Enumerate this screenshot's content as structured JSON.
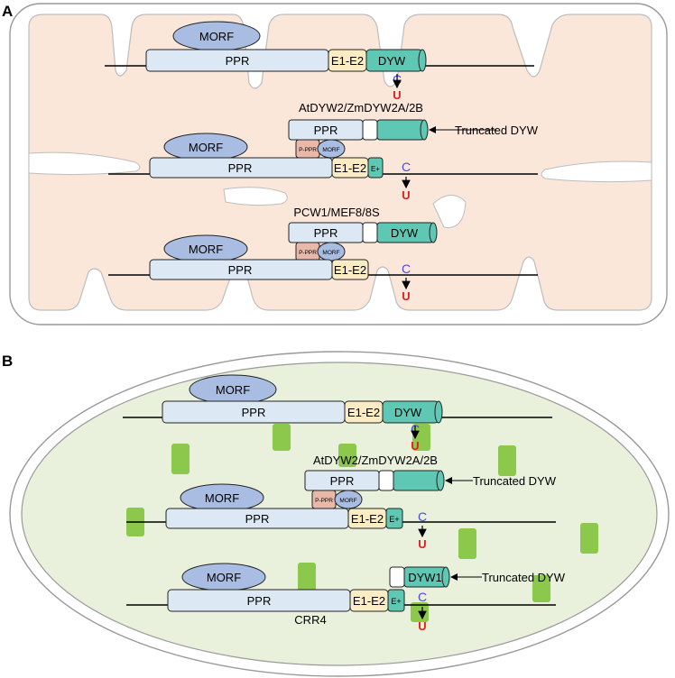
{
  "panel_a": {
    "letter": "A",
    "row1": {
      "morf": "MORF",
      "ppr": "PPR",
      "e1e2": "E1-E2",
      "dyw": "DYW",
      "c": "C",
      "u": "U"
    },
    "row2": {
      "header": "AtDYW2/ZmDYW2A/2B",
      "top_ppr": "PPR",
      "truncated": "Truncated DYW",
      "pppr": "P-PPR",
      "morf_small": "MORF",
      "morf": "MORF",
      "ppr": "PPR",
      "e1e2": "E1-E2",
      "eplus": "E+",
      "c": "C",
      "u": "U"
    },
    "row3": {
      "header": "PCW1/MEF8/8S",
      "top_ppr": "PPR",
      "dyw": "DYW",
      "pppr": "P-PPR",
      "morf_small": "MORF",
      "morf": "MORF",
      "ppr": "PPR",
      "e1e2": "E1-E2",
      "c": "C",
      "u": "U"
    }
  },
  "panel_b": {
    "letter": "B",
    "row1": {
      "morf": "MORF",
      "ppr": "PPR",
      "e1e2": "E1-E2",
      "dyw": "DYW",
      "c": "C",
      "u": "U"
    },
    "row2": {
      "header": "AtDYW2/ZmDYW2A/2B",
      "top_ppr": "PPR",
      "truncated": "Truncated DYW",
      "pppr": "P-PPR",
      "morf_small": "MORF",
      "morf": "MORF",
      "ppr": "PPR",
      "e1e2": "E1-E2",
      "eplus": "E+",
      "c": "C",
      "u": "U"
    },
    "row3": {
      "dyw1": "DYW1",
      "truncated": "Truncated DYW",
      "morf": "MORF",
      "ppr": "PPR",
      "e1e2": "E1-E2",
      "eplus": "E+",
      "crr4": "CRR4",
      "c": "C",
      "u": "U"
    }
  },
  "colors": {
    "mito_fill": "#fbe6da",
    "plastid_fill": "#e9f1dc",
    "ppr": "#dde8f5",
    "morf": "#a9bde3",
    "e1e2": "#fbecc4",
    "dyw": "#5ec8b4",
    "pppr": "#e9b8a8",
    "thylakoid": "#8cc84b",
    "cytidine": "#4a4ae0",
    "uridine": "#e02020"
  }
}
